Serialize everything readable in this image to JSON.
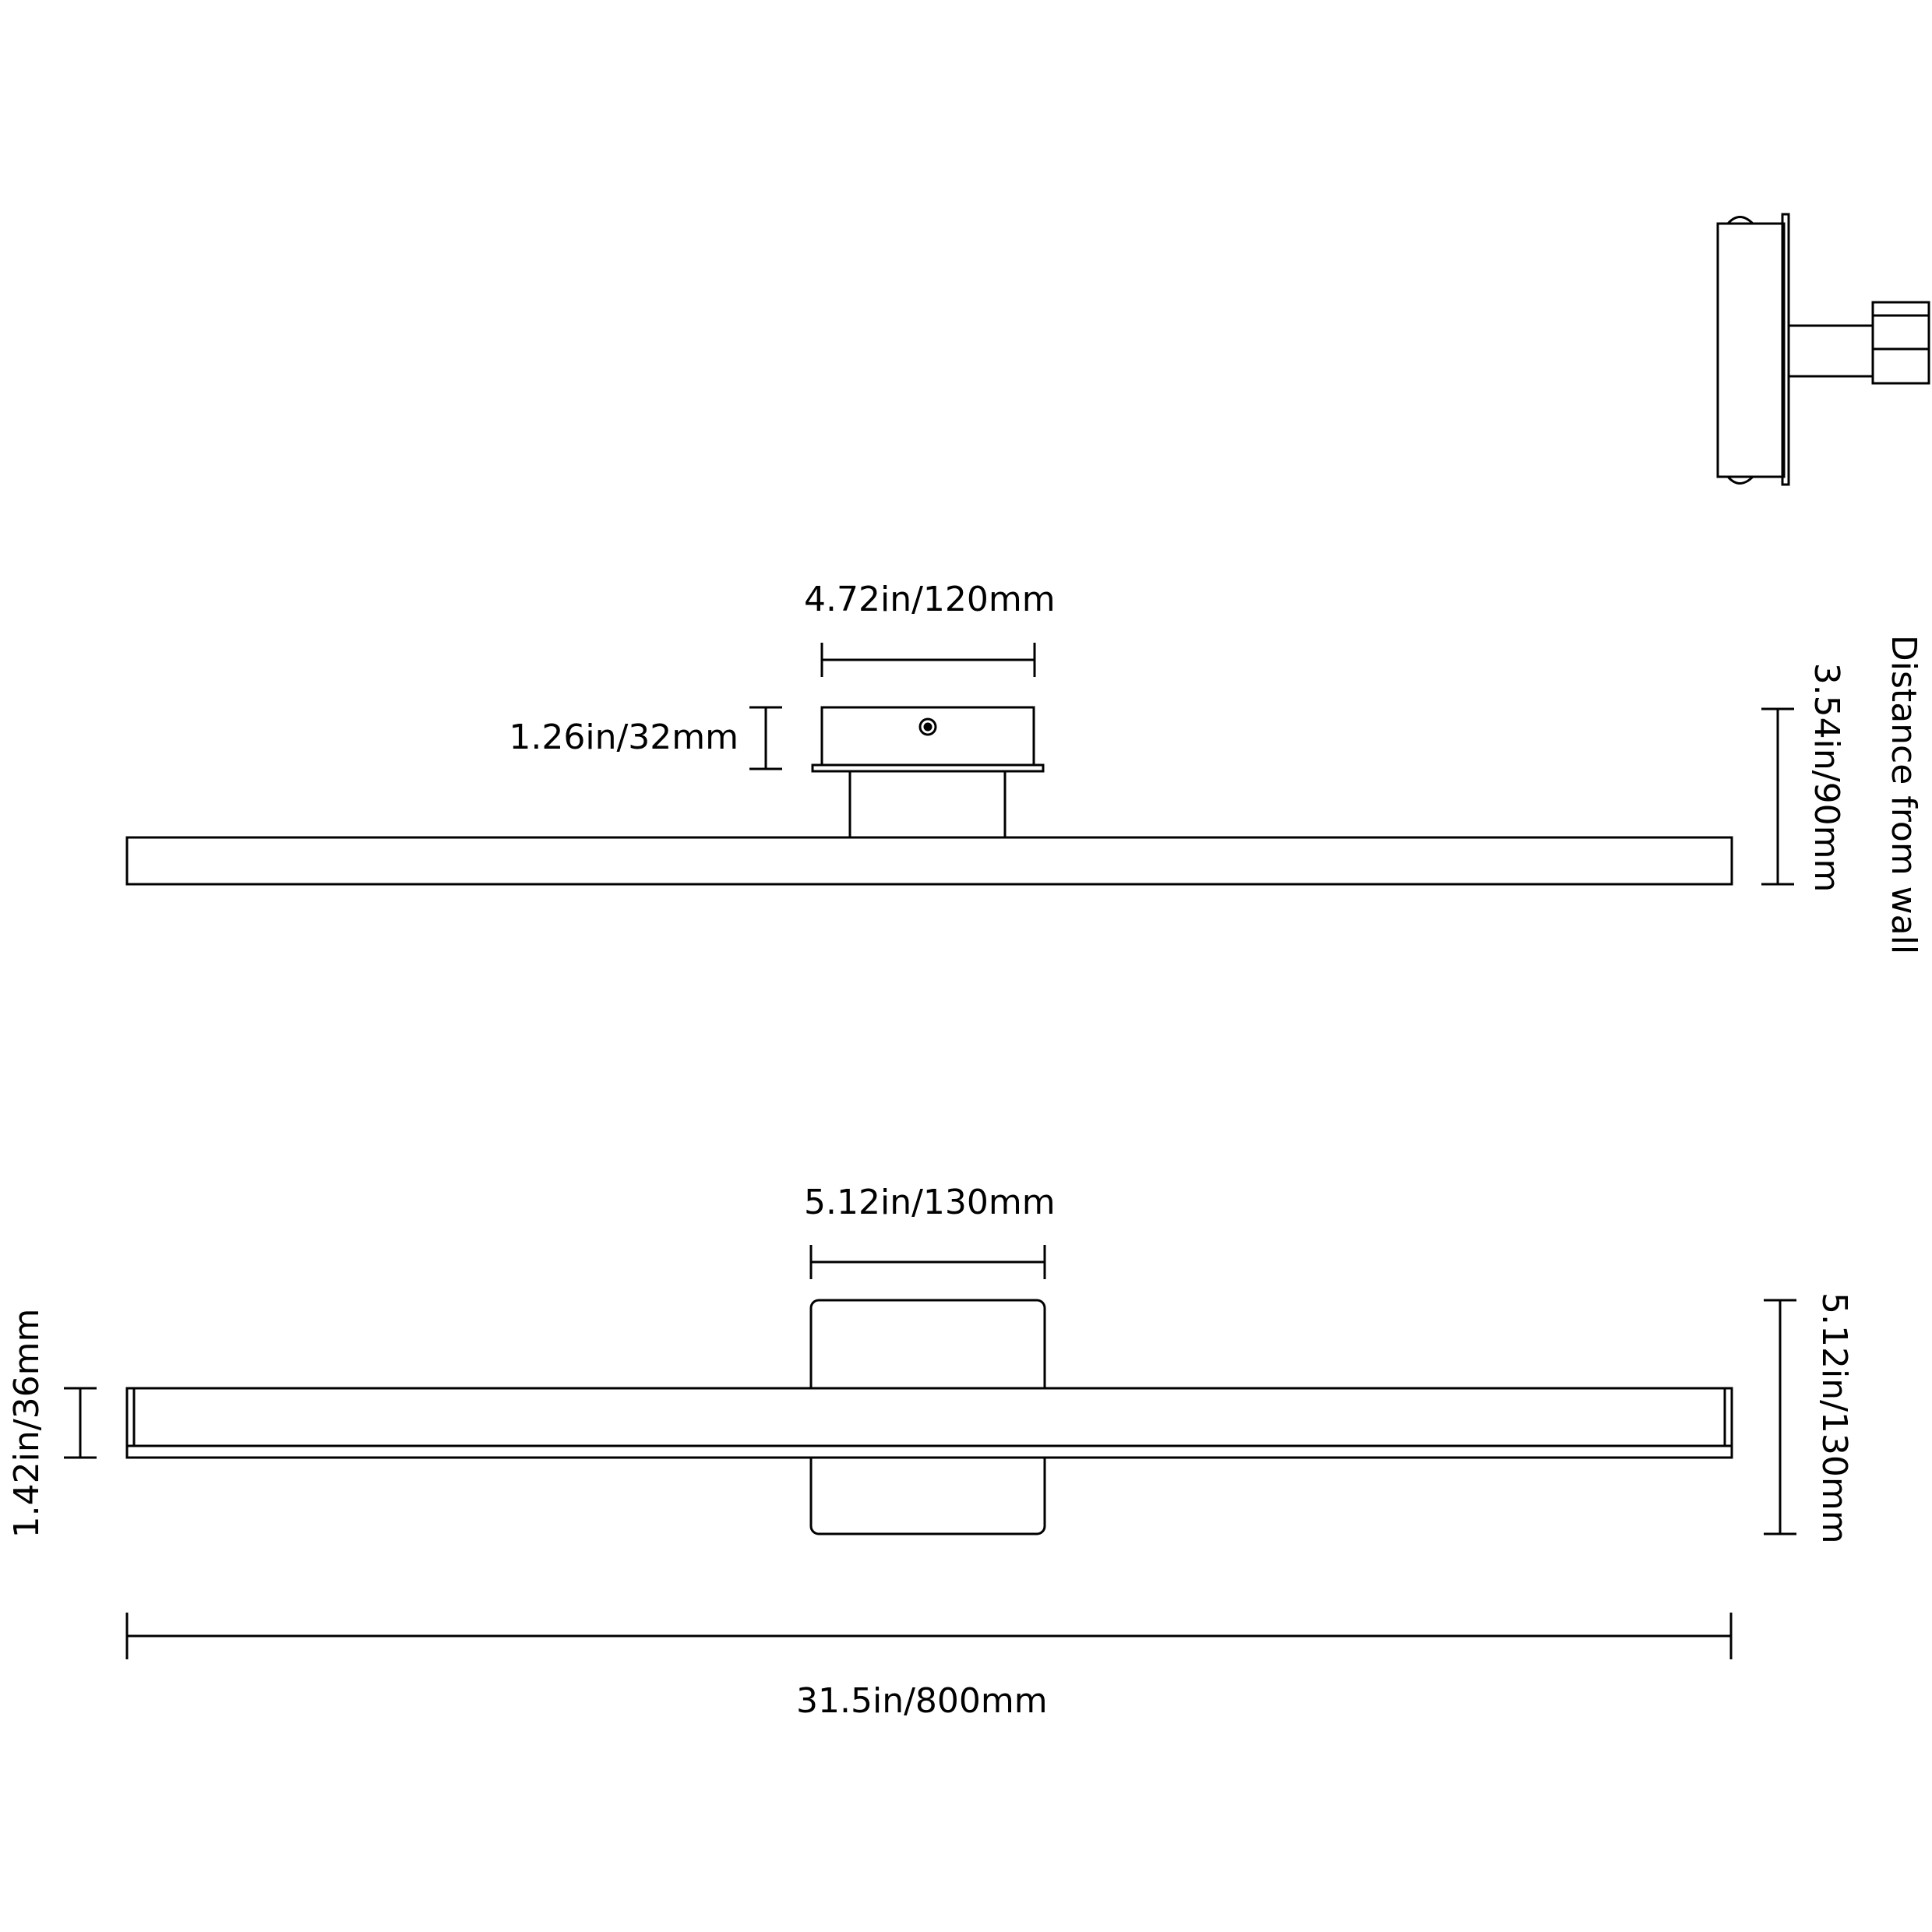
{
  "colors": {
    "line": "#000000",
    "background": "#ffffff"
  },
  "top_view": {
    "base_width_label": "4.72in/120mm",
    "base_depth_label": "1.26in/32mm",
    "wall_distance_caption": "Distance from wall",
    "wall_distance_value": "3.54in/90mm"
  },
  "front_view": {
    "backplate_width_label": "5.12in/130mm",
    "bar_height_label": "1.42in/36mm",
    "backplate_height_label": "5.12in/130mm",
    "total_length_label": "31.5in/800mm"
  }
}
